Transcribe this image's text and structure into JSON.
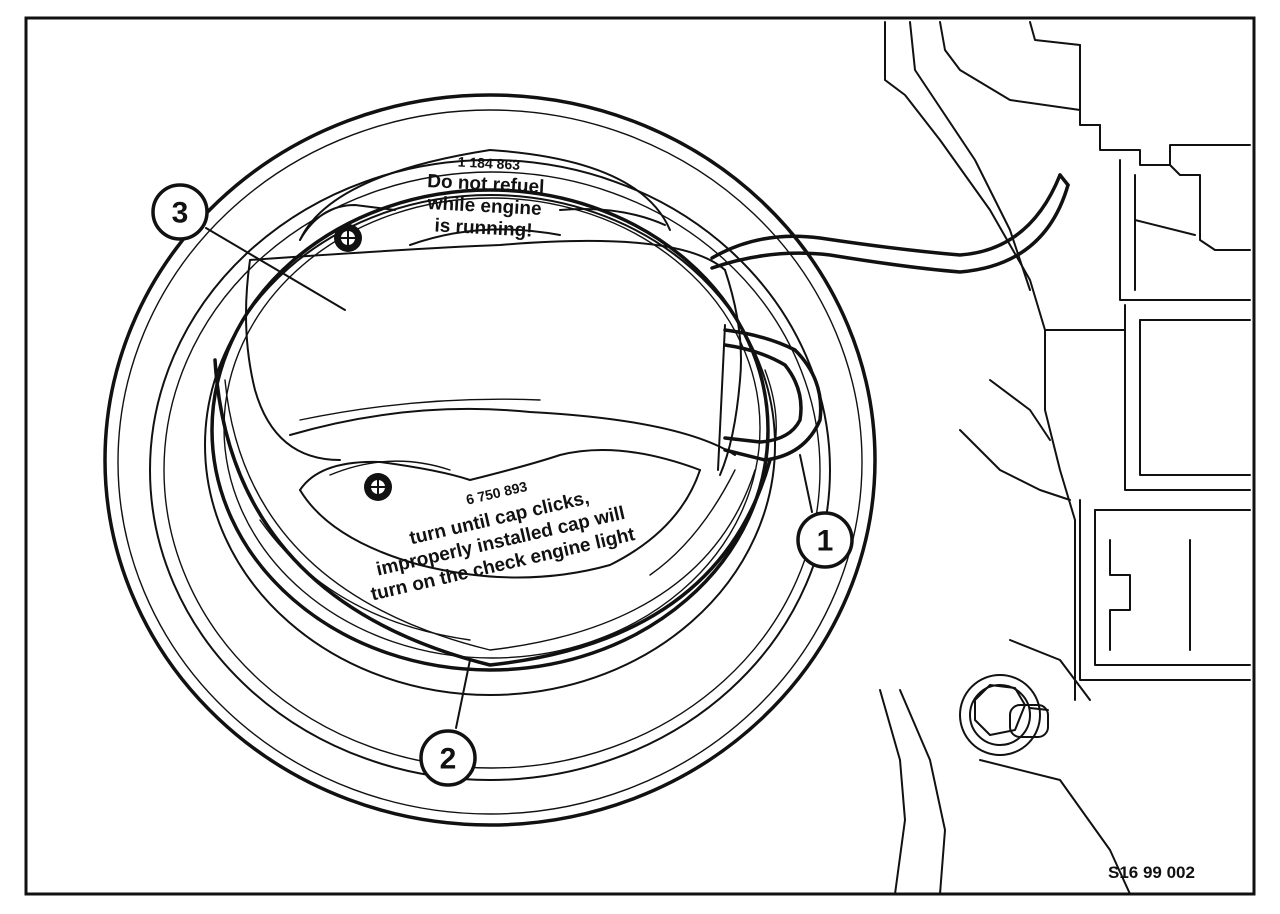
{
  "upper_label": {
    "part_number": "1 184 863",
    "lines": [
      "Do not refuel",
      "while engine",
      "is running!"
    ]
  },
  "lower_label": {
    "part_number": "6 750 893",
    "lines": [
      "turn until cap clicks,",
      "improperly installed cap will",
      "turn on the check engine light"
    ]
  },
  "callouts": [
    {
      "id": "callout-1",
      "text": "1"
    },
    {
      "id": "callout-2",
      "text": "2"
    },
    {
      "id": "callout-3",
      "text": "3"
    }
  ],
  "reference_code": "S16 99 002"
}
